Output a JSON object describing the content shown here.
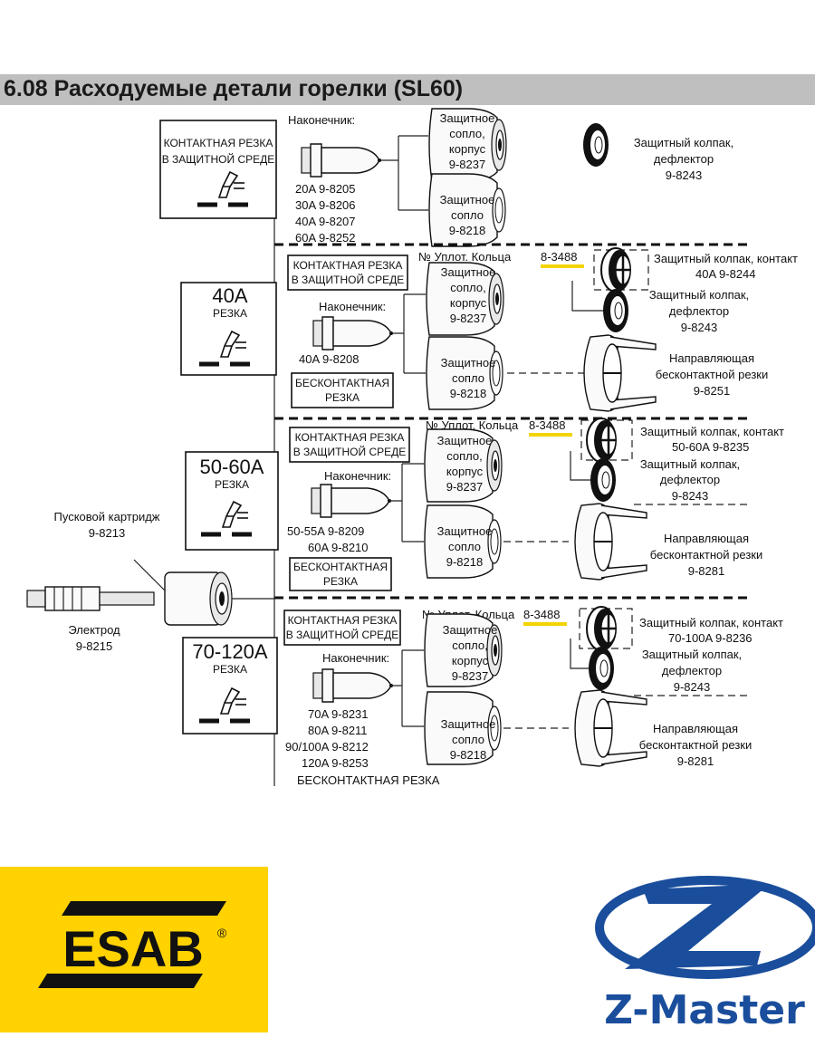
{
  "title": "6.08  Расходуемые детали горелки (SL60)",
  "left": {
    "cartridge_label": "Пусковой картридж",
    "cartridge_code": "9-8213",
    "electrode_label": "Электрод",
    "electrode_code": "9-8215"
  },
  "section1": {
    "box_line1": "КОНТАКТНАЯ РЕЗКА",
    "box_line2": "В ЗАЩИТНОЙ СРЕДЕ",
    "tip_label": "Наконечник:",
    "tips": [
      "20A   9-8205",
      "30A   9-8206",
      "40A   9-8207",
      "60A   9-8252"
    ],
    "nozzle1": [
      "Защитное",
      "сопло,",
      "корпус",
      "9-8237"
    ],
    "nozzle2": [
      "Защитное",
      "сопло",
      "9-8218"
    ],
    "cap": [
      "Защитный колпак,",
      "дефлектор",
      "9-8243"
    ]
  },
  "section2": {
    "rating": "40A",
    "cut": "РЕЗКА",
    "box_line1": "КОНТАКТНАЯ РЕЗКА",
    "box_line2": "В ЗАЩИТНОЙ СРЕДЕ",
    "oring_label": "№ Уплот. Кольца",
    "oring_code": "8-3488",
    "tip_label": "Наконечник:",
    "tips": [
      "40A   9-8208"
    ],
    "noncontact_line1": "БЕСКОНТАКТНАЯ",
    "noncontact_line2": "РЕЗКА",
    "nozzle1": [
      "Защитное",
      "сопло,",
      "корпус",
      "9-8237"
    ],
    "nozzle2": [
      "Защитное",
      "сопло",
      "9-8218"
    ],
    "contact_cap": [
      "Защитный колпак, контакт",
      "40A   9-8244"
    ],
    "cap": [
      "Защитный колпак,",
      "дефлектор",
      "9-8243"
    ],
    "guide": [
      "Направляющая",
      "бесконтактной резки",
      "9-8251"
    ]
  },
  "section3": {
    "rating": "50-60A",
    "cut": "РЕЗКА",
    "box_line1": "КОНТАКТНАЯ РЕЗКА",
    "box_line2": "В ЗАЩИТНОЙ СРЕДЕ",
    "oring_label": "№ Уплот. Кольца",
    "oring_code": "8-3488",
    "tip_label": "Наконечник:",
    "tips": [
      "50-55A   9-8209",
      "60A   9-8210"
    ],
    "noncontact_line1": "БЕСКОНТАКТНАЯ",
    "noncontact_line2": "РЕЗКА",
    "nozzle1": [
      "Защитное",
      "сопло,",
      "корпус",
      "9-8237"
    ],
    "nozzle2": [
      "Защитное",
      "сопло",
      "9-8218"
    ],
    "contact_cap": [
      "Защитный колпак, контакт",
      "50-60A   9-8235"
    ],
    "cap": [
      "Защитный колпак,",
      "дефлектор",
      "9-8243"
    ],
    "guide": [
      "Направляющая",
      "бесконтактной резки",
      "9-8281"
    ]
  },
  "section4": {
    "rating": "70-120A",
    "cut": "РЕЗКА",
    "box_line1": "КОНТАКТНАЯ РЕЗКА",
    "box_line2": "В ЗАЩИТНОЙ СРЕДЕ",
    "oring_label": "№ Уплот. Кольца",
    "oring_code": "8-3488",
    "tip_label": "Наконечник:",
    "tips": [
      "70A   9-8231",
      "80A   9-8211",
      "90/100A   9-8212",
      "120A   9-8253"
    ],
    "noncontact_bottom": "БЕСКОНТАКТНАЯ РЕЗКА",
    "nozzle1": [
      "Защитное",
      "сопло,",
      "корпус",
      "9-8237"
    ],
    "nozzle2": [
      "Защитное",
      "сопло",
      "9-8218"
    ],
    "contact_cap": [
      "Защитный колпак, контакт",
      "70-100A   9-8236"
    ],
    "cap": [
      "Защитный колпак,",
      "дефлектор",
      "9-8243"
    ],
    "guide": [
      "Направляющая",
      "бесконтактной резки",
      "9-8281"
    ]
  },
  "logos": {
    "esab": "ESAB",
    "registered": "®",
    "zmaster": "Z-Master",
    "esab_bg": "#ffd200",
    "zmaster_color": "#1a4e9c"
  }
}
